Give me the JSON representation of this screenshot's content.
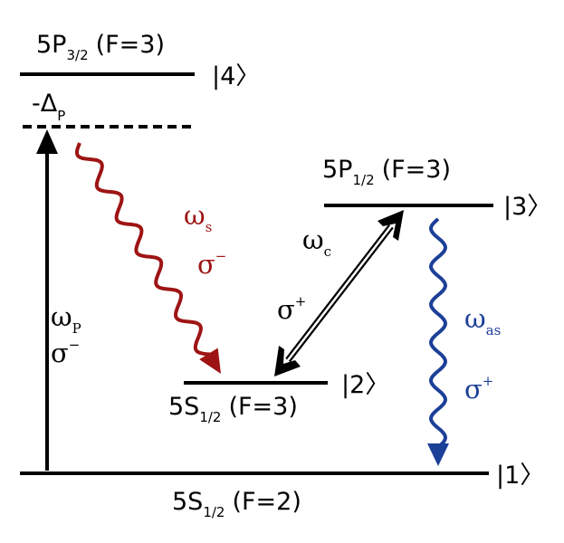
{
  "levels": {
    "l4": {
      "name": "5P",
      "sub": "3/2",
      "f": "(F=3)",
      "ket": "|4〉"
    },
    "l3": {
      "name": "5P",
      "sub": "1/2",
      "f": "(F=3)",
      "ket": "|3〉"
    },
    "l2": {
      "name": "5S",
      "sub": "1/2",
      "f": "(F=3)",
      "ket": "|2〉"
    },
    "l1": {
      "name": "5S",
      "sub": "1/2",
      "f": "(F=2)",
      "ket": "|1〉"
    }
  },
  "detuning": {
    "sym": "-Δ",
    "sub": "P"
  },
  "transitions": {
    "pump": {
      "omega": "ω",
      "omega_sub": "P",
      "pol": "σ",
      "pol_sup": "−",
      "color": "#000000"
    },
    "stokes": {
      "omega": "ω",
      "omega_sub": "s",
      "pol": "σ",
      "pol_sup": "−",
      "color": "#9e1414"
    },
    "coupling": {
      "omega": "ω",
      "omega_sub": "c",
      "pol": "σ",
      "pol_sup": "+",
      "color": "#000000"
    },
    "antistokes": {
      "omega": "ω",
      "omega_sub": "as",
      "pol": "σ",
      "pol_sup": "+",
      "color": "#1c3f98"
    }
  }
}
